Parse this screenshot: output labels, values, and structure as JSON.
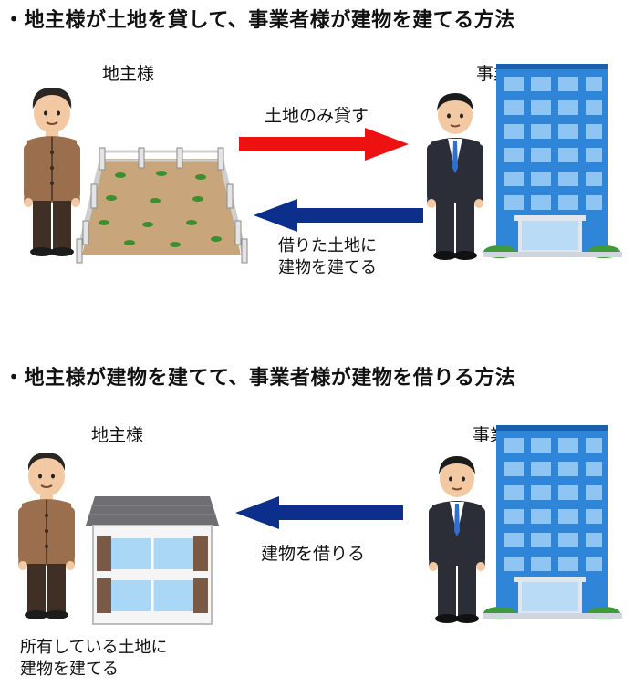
{
  "section1": {
    "heading": "・地主様が土地を貸して、事業者様が建物を建てる方法",
    "landowner_label": "地主様",
    "business_label": "事業者様",
    "arrow_right_text": "土地のみ貸す",
    "arrow_left_line1": "借りた土地に",
    "arrow_left_line2": "建物を建てる"
  },
  "section2": {
    "heading": "・地主様が建物を建てて、事業者様が建物を借りる方法",
    "landowner_label": "地主様",
    "business_label": "事業者様",
    "arrow_left_text": "建物を借りる",
    "caption_line1": "所有している土地に",
    "caption_line2": "建物を建てる"
  },
  "colors": {
    "arrow_red": "#ee1111",
    "arrow_blue": "#0b2f8a",
    "building": "#2f86d8"
  },
  "icons": [
    "landowner-icon",
    "fenced-land-icon",
    "businessman-icon",
    "office-building-icon",
    "house-icon"
  ]
}
